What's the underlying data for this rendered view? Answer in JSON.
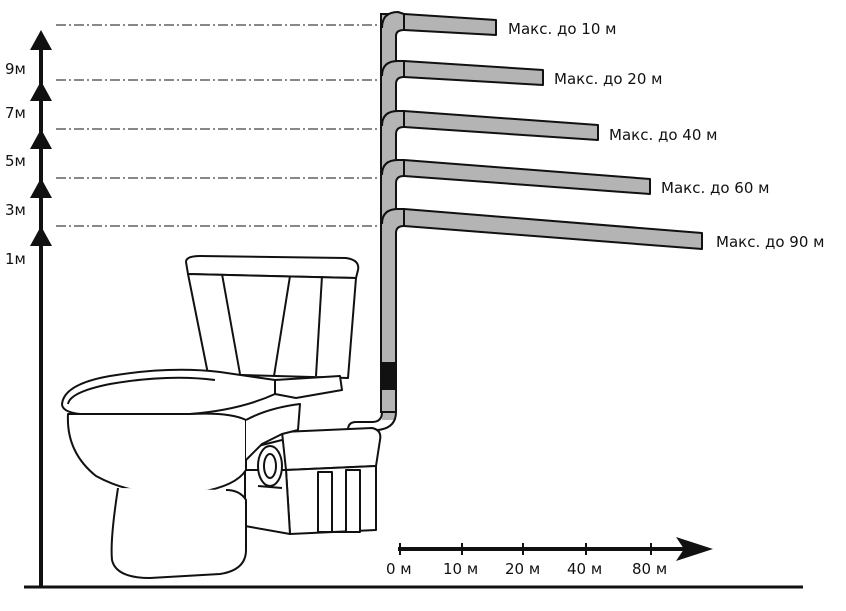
{
  "vertical_scale": {
    "labels": [
      "1м",
      "3м",
      "5м",
      "7м",
      "9м"
    ]
  },
  "horizontal_scale": {
    "labels": [
      "0 м",
      "10 м",
      "20 м",
      "40 м",
      "80 м"
    ]
  },
  "pipes": [
    {
      "label": "Макс. до 10 м"
    },
    {
      "label": "Макс. до 20 м"
    },
    {
      "label": "Макс. до 40 м"
    },
    {
      "label": "Макс. до 60 м"
    },
    {
      "label": "Макс. до 90 м"
    }
  ],
  "colors": {
    "pipe_fill": "#b4b4b4",
    "stroke": "#111111",
    "background": "#ffffff"
  }
}
